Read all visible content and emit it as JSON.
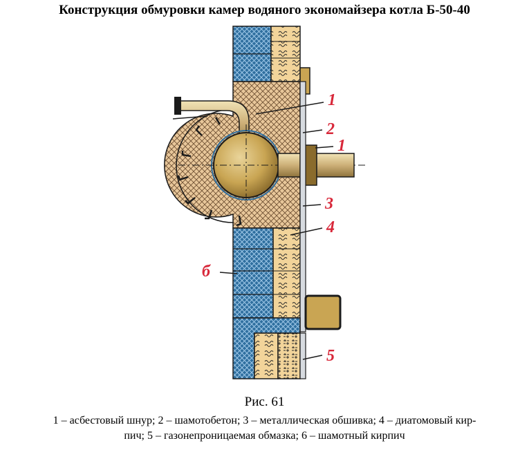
{
  "title": "Конструкция обмуровки камер водяного экономайзера котла Б-50-40",
  "figure_label": "Рис. 61",
  "caption_line1": "1 – асбестовый шнур; 2 – шамотобетон; 3 – металлическая обшивка; 4 – диатомовый кир-",
  "caption_line2": "пич; 5 – газонепроницаемая обмазка; 6 – шамотный кирпич",
  "callouts": [
    "1",
    "2",
    "1",
    "3",
    "4",
    "б",
    "5"
  ],
  "colors": {
    "label_red": "#d8283a",
    "chamotte_blue": "#2f6f9f",
    "diatom_cream": "#f2d49a",
    "concrete_tan": "#e8c79a",
    "drum_gold": "#c9a553",
    "outline": "#1b1b1b"
  }
}
